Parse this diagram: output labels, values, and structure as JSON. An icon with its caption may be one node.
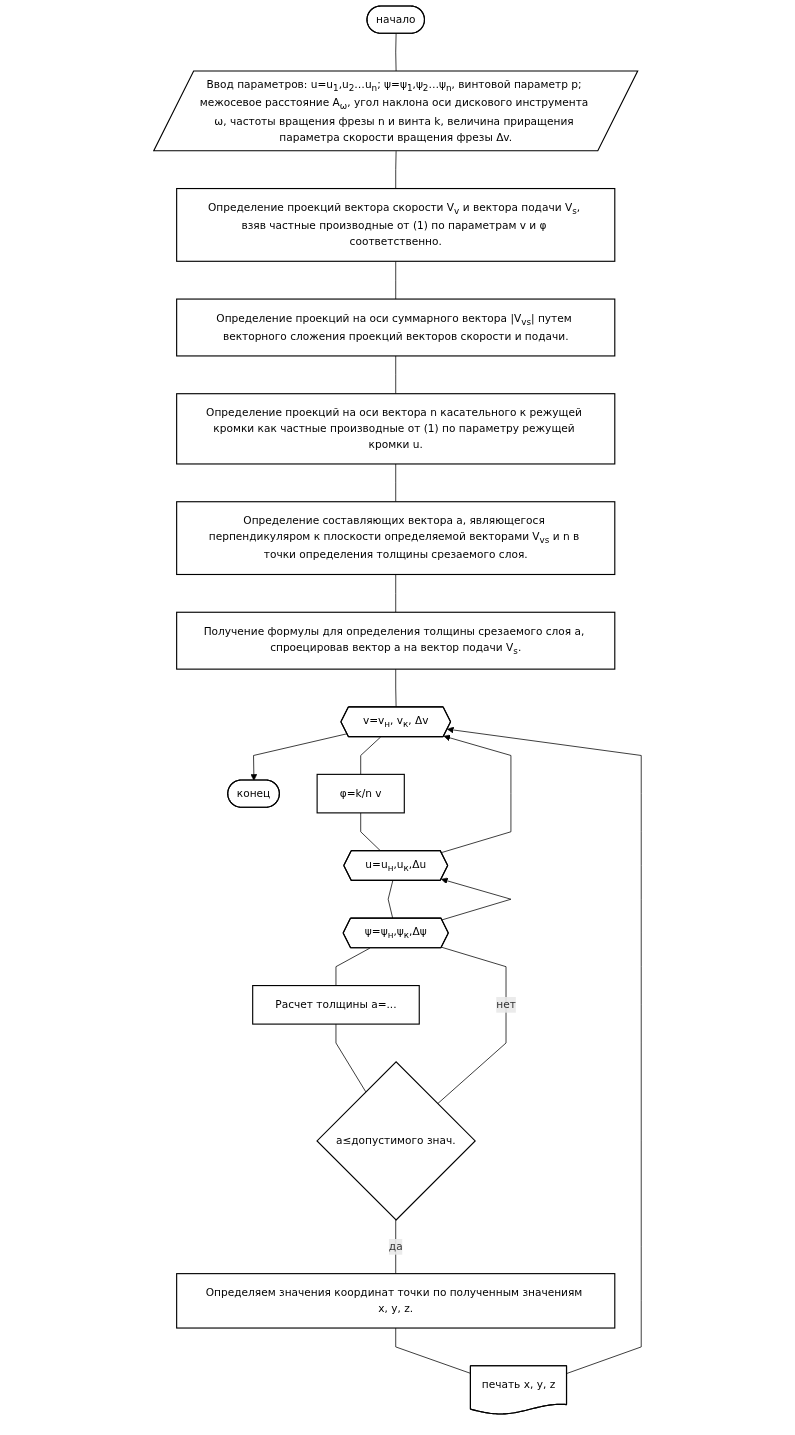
{
  "diagram": {
    "nodes": [
      {
        "text": [
          "начало"
        ]
      },
      {
        "text": [
          "Ввод параметров: u=u$_{1}$,u$_{2}$…u$_{n}$; ψ=ψ$_{1}$,ψ$_{2}$…ψ$_{n}$, винтовой параметр p; межосевое расстояние A$_{ω}$, угол наклона оси дискового инструмента ω, частоты вращения фрезы n и винта k, величина приращения параметра скорости вращения фрезы Δv."
        ]
      },
      {
        "text": [
          "Определение проекций вектора скорости V$_{v}$ и вектора подачи V$_{s}$, взяв частные производные от (1) по параметрам v и φ соответственно."
        ]
      },
      {
        "text": [
          "Определение проекций на оси суммарного вектора |V$_{vs}$| путем векторного сложения проекций векторов скорости и подачи."
        ]
      },
      {
        "text": [
          "Определение проекций на оси вектора n касательного к режущей кромки как частные производные от (1) по параметру режущей кромки u."
        ]
      },
      {
        "text": [
          "Определение составляющих вектора a, являющегося перпендикуляром к плоскости определяемой векторами V$_{vs}$ и n в точки определения толщины срезаемого слоя."
        ]
      },
      {
        "text": [
          "Получение формулы для определения толщины срезаемого слоя a, спроецировав вектор a на вектор подачи V$_{s}$."
        ]
      },
      {
        "text": [
          "v=v$_{н}$, v$_{к}$, Δv"
        ]
      },
      {
        "text": [
          "конец"
        ]
      },
      {
        "text": [
          "φ=k/n v"
        ]
      },
      {
        "text": [
          "u=u$_{н}$,u$_{к}$,Δu"
        ]
      },
      {
        "text": [
          "ψ=ψ$_{н}$,ψ$_{к}$,Δψ"
        ]
      },
      {
        "text": [
          "Расчет толщины a=..."
        ]
      },
      {
        "text": [
          "a≤допустимого знач."
        ]
      },
      {
        "text": [
          "Определяем значения координат точки по полученным значениям x, y, z."
        ]
      },
      {
        "text": [
          "печать x, y, z"
        ]
      }
    ],
    "edges": [
      {
        "from": 0,
        "to": 1,
        "arrow": "none"
      },
      {
        "from": 1,
        "to": 2,
        "arrow": "none"
      },
      {
        "from": 2,
        "to": 3,
        "arrow": "none"
      },
      {
        "from": 3,
        "to": 4,
        "arrow": "none"
      },
      {
        "from": 4,
        "to": 5,
        "arrow": "none"
      },
      {
        "from": 5,
        "to": 6,
        "arrow": "none"
      },
      {
        "from": 6,
        "to": 7,
        "arrow": "none"
      },
      {
        "from": 7,
        "to": 8,
        "arrow": "to"
      },
      {
        "from": 7,
        "to": 9,
        "arrow": "none"
      },
      {
        "from": 9,
        "to": 10,
        "arrow": "none"
      },
      {
        "from": 10,
        "to": 11,
        "arrow": "none"
      },
      {
        "from": 11,
        "to": 12,
        "arrow": "none"
      },
      {
        "from": 12,
        "to": 13,
        "arrow": "none"
      },
      {
        "from": 13,
        "to": 11,
        "label": "нет",
        "arrow": "none"
      },
      {
        "from": 13,
        "to": 14,
        "label": "да",
        "arrow": "none"
      },
      {
        "from": 14,
        "to": 15,
        "arrow": "none"
      },
      {
        "from": 11,
        "to": 10,
        "arrow": "to"
      },
      {
        "from": 10,
        "to": 7,
        "arrow": "to"
      },
      {
        "from": 15,
        "to": 7,
        "arrow": "to"
      }
    ]
  }
}
